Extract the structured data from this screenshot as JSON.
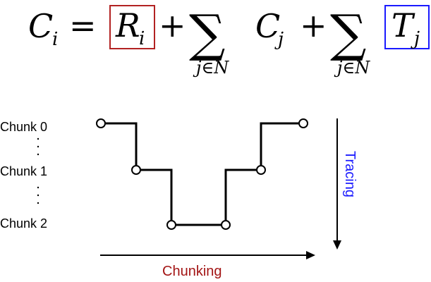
{
  "equation": {
    "lhs": "C",
    "lhs_sub": "i",
    "equals": "=",
    "term1": "R",
    "term1_sub": "i",
    "plus1": "+",
    "sum1": "∑",
    "sum1_under": "j∈N",
    "term2": "C",
    "term2_sub": "j",
    "plus2": "+",
    "sum2": "∑",
    "sum2_under": "j∈N",
    "term3": "T",
    "term3_sub": "j",
    "colors": {
      "box_red": "#b22222",
      "box_blue": "#1a1aff"
    }
  },
  "diagram": {
    "chunks": [
      "Chunk 0",
      "Chunk 1",
      "Chunk 2"
    ],
    "dots": "·\n·\n·",
    "chunking_label": "Chunking",
    "tracing_label": "Tracing",
    "colors": {
      "chunking": "#a31515",
      "tracing": "#1a1aff",
      "line": "#000000",
      "node_fill": "#ffffff"
    }
  }
}
